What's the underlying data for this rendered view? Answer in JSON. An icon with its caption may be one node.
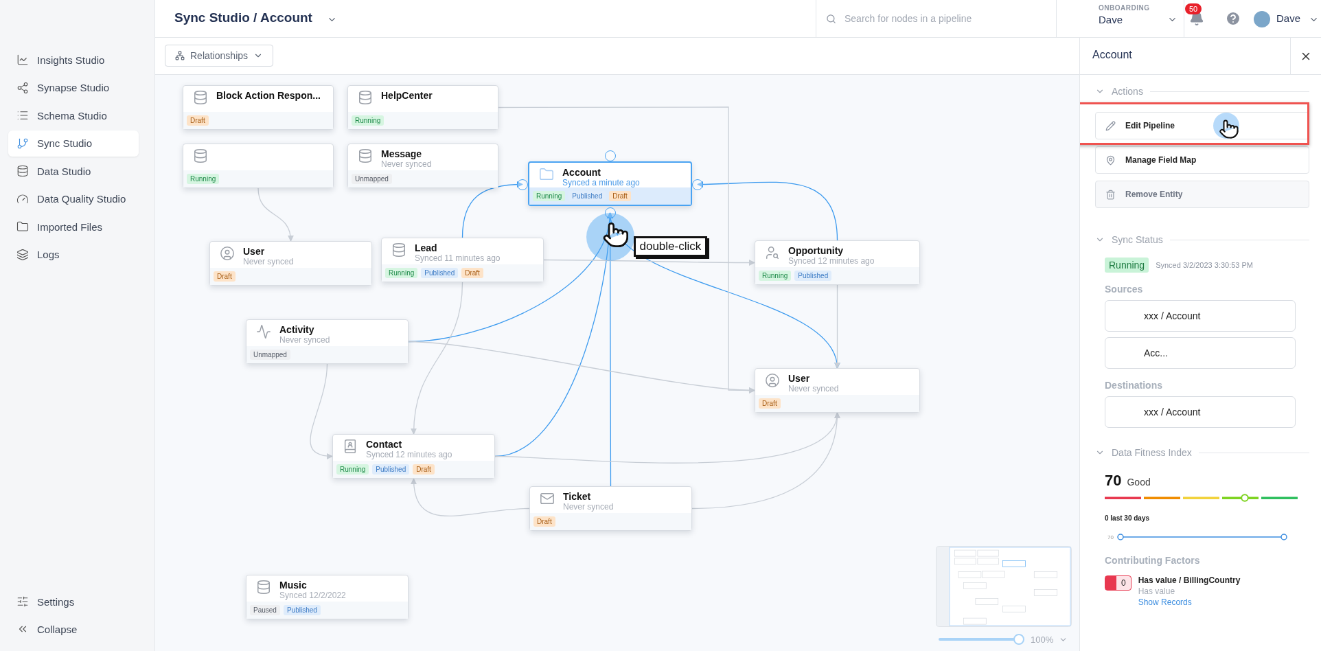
{
  "diagram": {
    "nodes": [
      {
        "text": [
          "Block Action Respon...",
          "Draft"
        ]
      },
      {
        "text": [
          "HelpCenter",
          "Running"
        ]
      },
      {
        "text": [
          "Running"
        ]
      },
      {
        "text": [
          "Message",
          "Never synced",
          "Unmapped"
        ]
      },
      {
        "text": [
          "Account",
          "Synced a minute ago",
          "Running",
          "Published",
          "Draft"
        ]
      },
      {
        "text": [
          "User",
          "Never synced",
          "Draft"
        ]
      },
      {
        "text": [
          "Lead",
          "Synced 11 minutes ago",
          "Running",
          "Published",
          "Draft"
        ]
      },
      {
        "text": [
          "Opportunity",
          "Synced 12 minutes ago",
          "Running",
          "Published"
        ]
      },
      {
        "text": [
          "Activity",
          "Never synced",
          "Unmapped"
        ]
      },
      {
        "text": [
          "User",
          "Never synced",
          "Draft"
        ]
      },
      {
        "text": [
          "Contact",
          "Synced 12 minutes ago",
          "Running",
          "Published",
          "Draft"
        ]
      },
      {
        "text": [
          "Ticket",
          "Never synced",
          "Draft"
        ]
      },
      {
        "text": [
          "Music",
          "Synced 12/2/2022",
          "Paused",
          "Published"
        ]
      }
    ],
    "edges": [
      {
        "from": 6,
        "to": 4,
        "arrow": "to",
        "color": "#3d9bef"
      },
      {
        "from": 7,
        "to": 4,
        "arrow": "to",
        "color": "#3d9bef"
      },
      {
        "from": 8,
        "to": 4,
        "arrow": "to",
        "color": "#3d9bef"
      },
      {
        "from": 10,
        "to": 4,
        "arrow": "to",
        "color": "#3d9bef"
      },
      {
        "from": 11,
        "to": 4,
        "arrow": "to",
        "color": "#3d9bef"
      },
      {
        "from": 4,
        "to": 9,
        "arrow": "to",
        "color": "#3d9bef"
      },
      {
        "from": 2,
        "to": 5,
        "arrow": "to"
      },
      {
        "from": 6,
        "to": 7,
        "arrow": "to"
      },
      {
        "from": 6,
        "to": 10,
        "arrow": "to"
      },
      {
        "from": 8,
        "to": 10,
        "arrow": "to"
      },
      {
        "from": 11,
        "to": 10,
        "arrow": "to"
      },
      {
        "from": 7,
        "to": 9,
        "arrow": "to"
      },
      {
        "from": 8,
        "to": 9,
        "arrow": "to"
      },
      {
        "from": 10,
        "to": 9,
        "arrow": "to"
      },
      {
        "from": 11,
        "to": 9,
        "arrow": "to"
      },
      {
        "from": 1,
        "to": 9,
        "arrow": "to"
      }
    ],
    "labels": [
      "Insights Studio",
      "Synapse Studio",
      "Schema Studio",
      "Sync Studio",
      "Data Studio",
      "Data Quality Studio",
      "Imported Files",
      "Logs",
      "Settings",
      "Collapse",
      "Sync Studio / Account",
      "Search for nodes in a pipeline",
      "ONBOARDING",
      "Dave",
      "50",
      "Dave",
      "Relationships",
      "double-click",
      "Account",
      "Actions",
      "Edit Pipeline",
      "Manage Field Map",
      "Remove Entity",
      "Sync Status",
      "Running",
      "Synced 3/2/2023 3:30:53 PM",
      "Sources",
      "xxx / Account",
      "Acc...",
      "Destinations",
      "xxx / Account",
      "Data Fitness Index",
      "70",
      "Good",
      "0 last 30 days",
      "70",
      "Contributing Factors",
      "0",
      "Has value / BillingCountry",
      "Has value",
      "Show Records",
      "100%"
    ]
  }
}
